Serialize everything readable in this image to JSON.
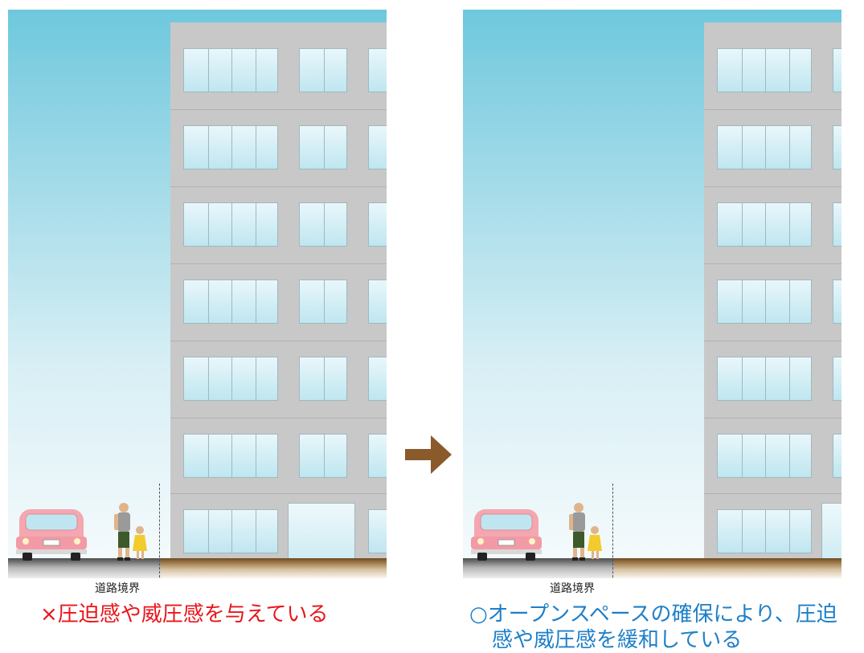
{
  "left_panel": {
    "boundary_label": "道路境界",
    "caption": "×圧迫感や威圧感を与えている",
    "caption_color": "#e8161b"
  },
  "right_panel": {
    "boundary_label": "道路境界",
    "caption_line1": "○オープンスペースの確保により、圧迫",
    "caption_line2": "感や威圧感を緩和している",
    "caption_color": "#1d7fc8"
  },
  "arrow": {
    "icon": "right-arrow-icon",
    "color": "#8a5a2b"
  },
  "colors": {
    "building": "#c8c8c8",
    "road": "#4d4d4d",
    "ground": "#8a6534",
    "car": "#f4a7b0",
    "sky_top": "#6ec8dd"
  }
}
